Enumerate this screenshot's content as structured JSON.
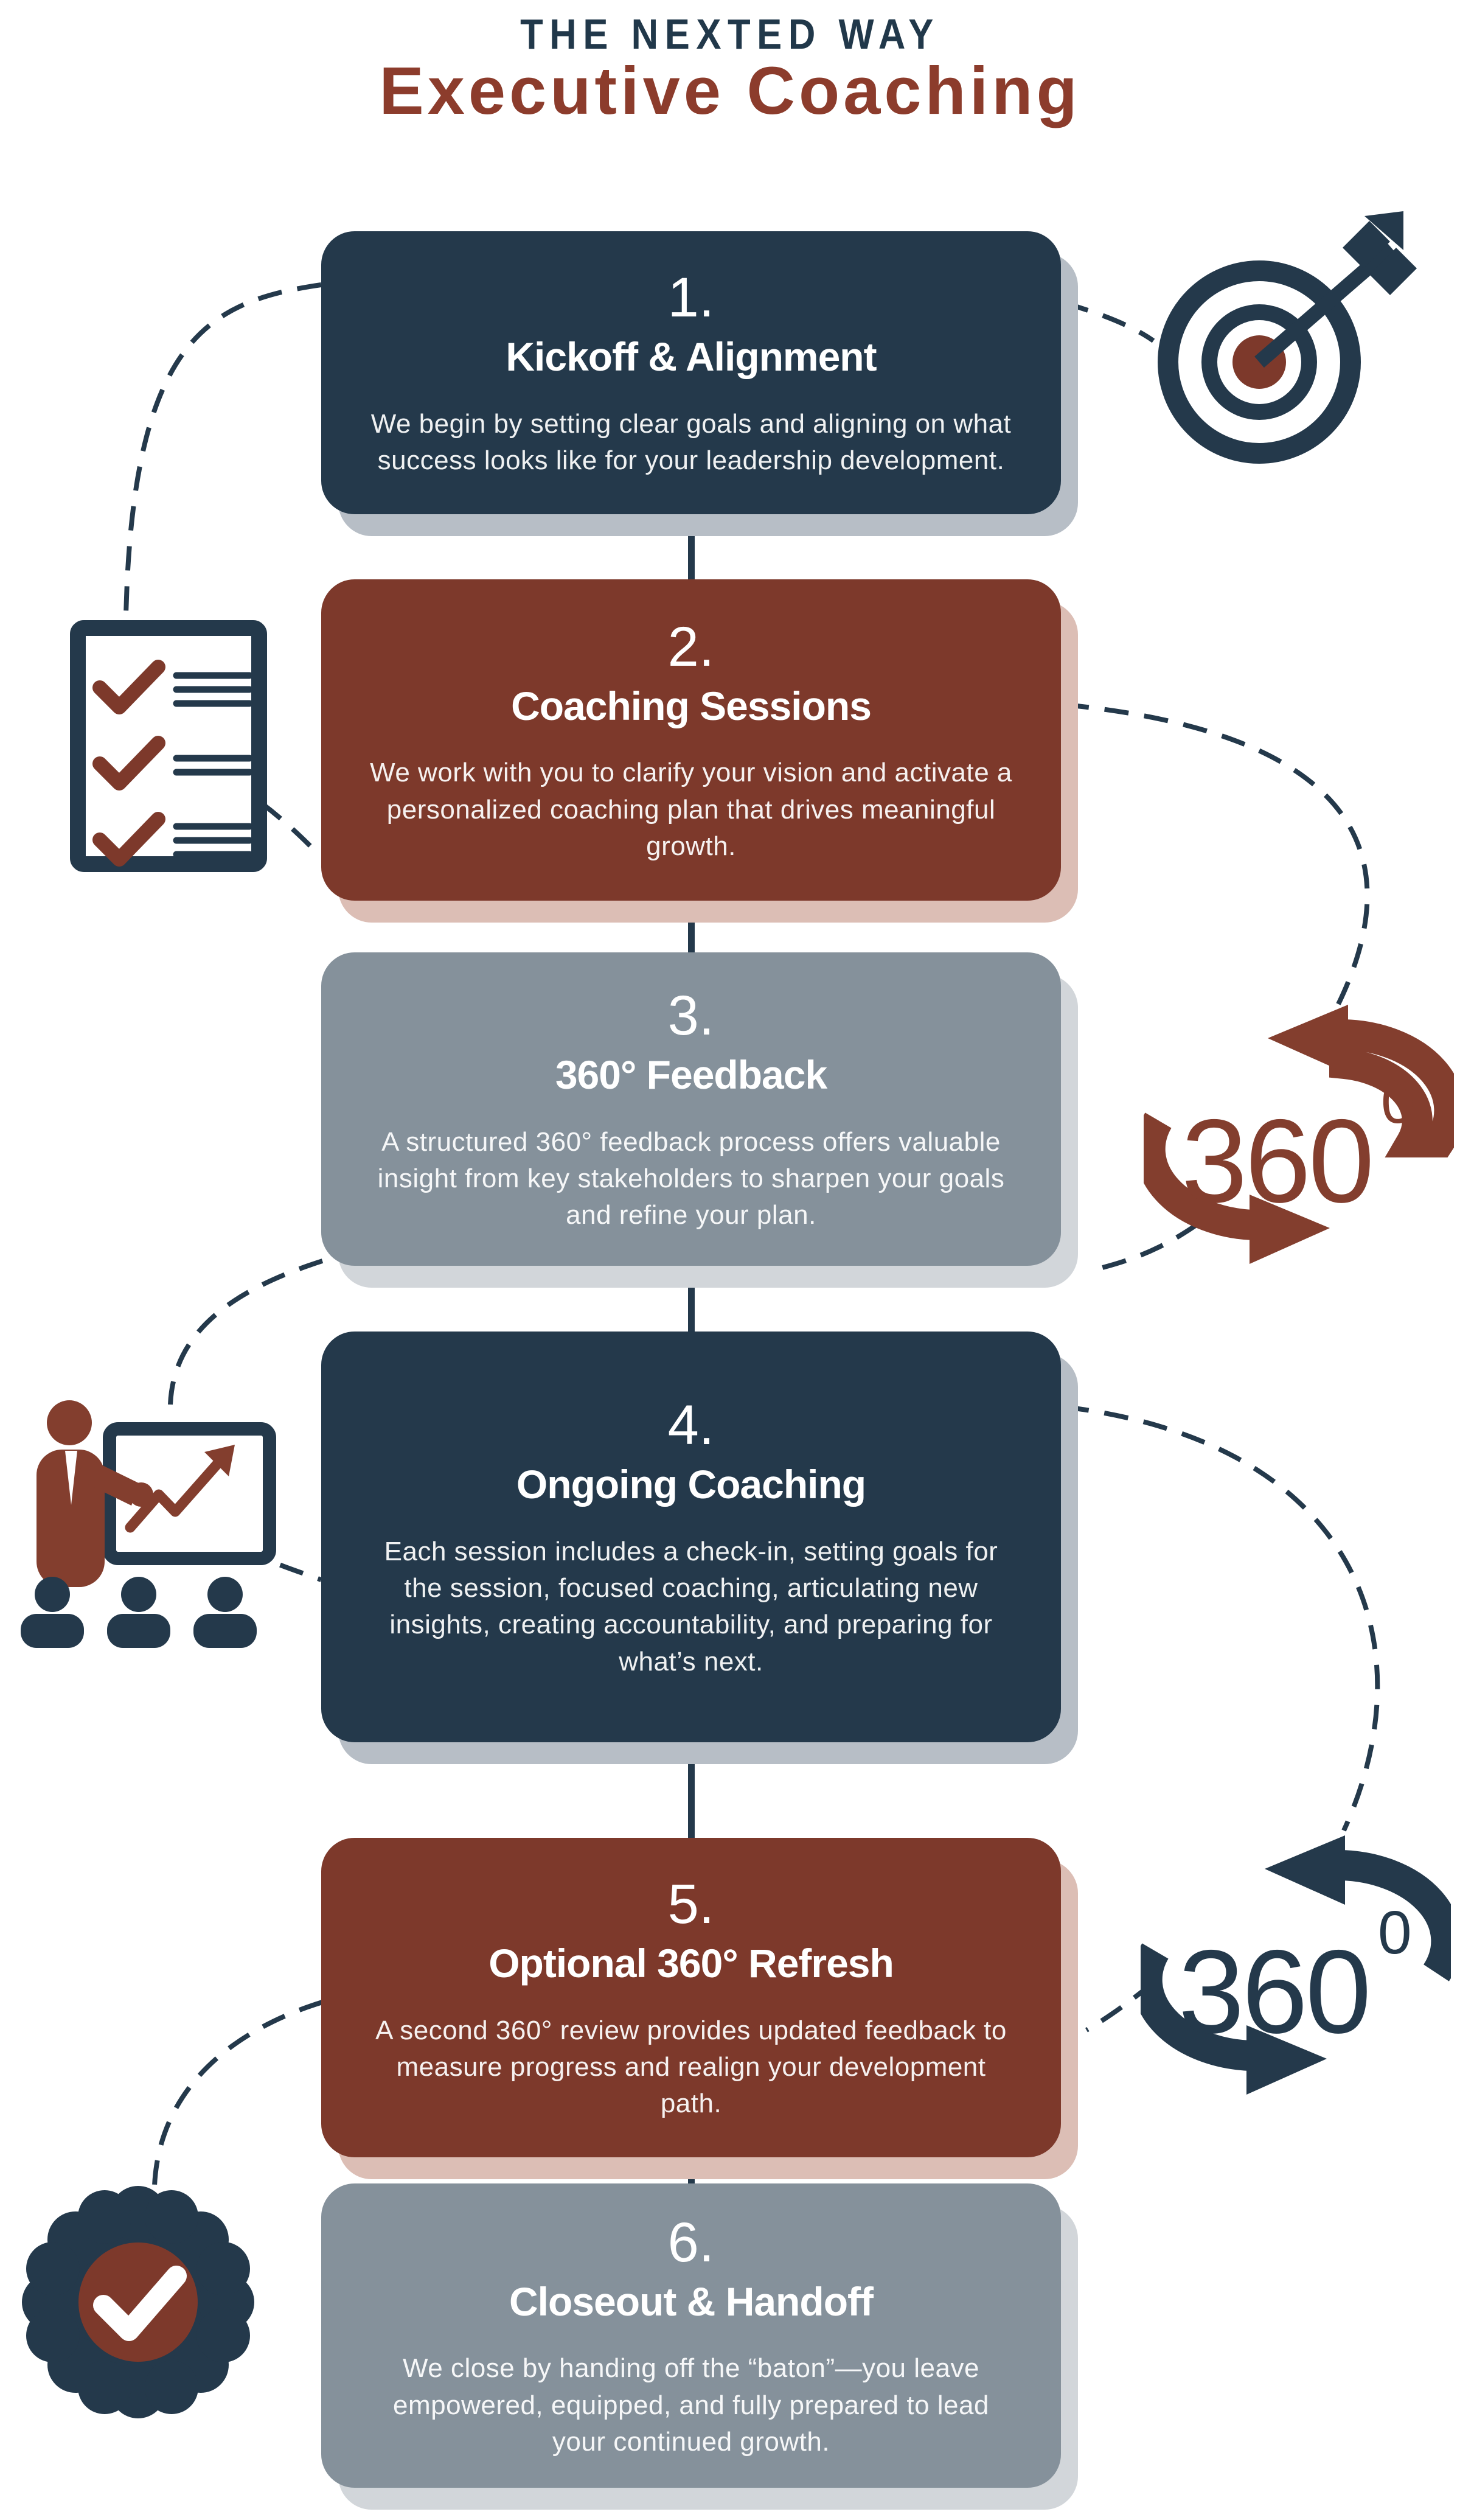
{
  "header": {
    "kicker": "THE NEXTED WAY",
    "title": "Executive Coaching"
  },
  "steps": [
    {
      "number": "1.",
      "title": "Kickoff & Alignment",
      "description": "We begin by setting clear goals and aligning on what success looks like for your leadership development.",
      "icon": "target-arrow-icon",
      "theme": "navy"
    },
    {
      "number": "2.",
      "title": "Coaching Sessions",
      "description": "We work with you to clarify your vision and activate a personalized coaching plan that drives meaningful growth.",
      "icon": "checklist-icon",
      "theme": "maroon"
    },
    {
      "number": "3.",
      "title": "360° Feedback",
      "description": "A structured 360° feedback process offers valuable insight from key stakeholders to sharpen your goals and refine your plan.",
      "icon": "rotation-360-icon-maroon",
      "theme": "gray"
    },
    {
      "number": "4.",
      "title": "Ongoing Coaching",
      "description": "Each session includes a check-in, setting goals for the session, focused coaching, articulating new insights, creating accountability, and preparing for what’s next.",
      "icon": "presenter-audience-icon",
      "theme": "navy"
    },
    {
      "number": "5.",
      "title": "Optional 360° Refresh",
      "description": "A second 360° review provides updated feedback to measure progress and realign your development path.",
      "icon": "rotation-360-icon-navy",
      "theme": "maroon"
    },
    {
      "number": "6.",
      "title": "Closeout & Handoff",
      "description": "We close by handing off the “baton”—you leave empowered, equipped, and fully prepared to lead your continued growth.",
      "icon": "badge-check-icon",
      "theme": "gray"
    }
  ],
  "icons": {
    "rotation_label": "360",
    "rotation_sup": "0"
  },
  "colors": {
    "navy": "#24394B",
    "maroon": "#7D392B",
    "gray": "#85919B",
    "icon_maroon": "#833E2E",
    "title_navy": "#21384A",
    "title_maroon": "#8C3C2C",
    "card_shadow_navy": "#B7BEC6",
    "card_shadow_maroon": "#DCBEB5",
    "card_shadow_gray": "#D2D6DA",
    "connector": "#24394B",
    "background": "#FFFFFF"
  }
}
